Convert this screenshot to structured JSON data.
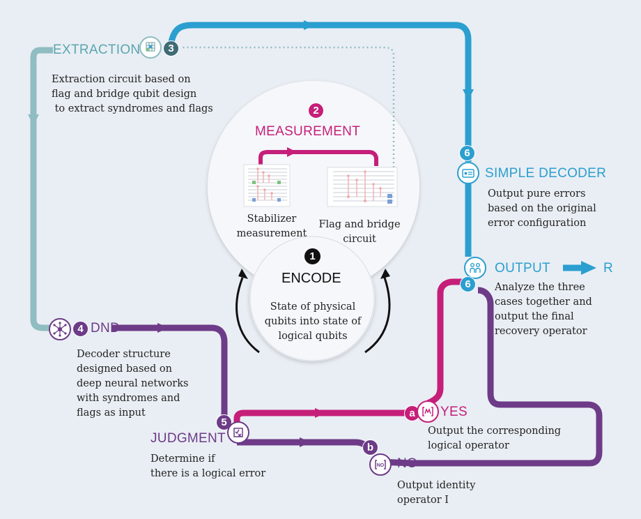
{
  "colors": {
    "teal": "#8fbdc1",
    "blue": "#2b9fcf",
    "magenta": "#c51f79",
    "purple": "#6d3b87",
    "background": "#e9eef4"
  },
  "encode": {
    "number": "1",
    "title": "ENCODE",
    "desc": "State of physical\nqubits into state of\nlogical qubits"
  },
  "measurement": {
    "number": "2",
    "title": "MEASUREMENT",
    "left_label": "Stabilizer\nmeasurement",
    "right_label": "Flag and bridge\ncircuit"
  },
  "extraction": {
    "number": "3",
    "title": "EXTRACTION",
    "icon": "grid-icon",
    "desc": "Extraction circuit based on\nflag and bridge qubit design\n to extract syndromes and flags"
  },
  "dnd": {
    "number": "4",
    "title": "DND",
    "icon": "neural-net-icon",
    "desc": "Decoder structure\ndesigned based on\ndeep neural networks\nwith syndromes and\nflags as input"
  },
  "judgment": {
    "number": "5",
    "title": "JUDGMENT",
    "icon": "checkbox-icon",
    "desc": "Determine if\nthere is a logical error"
  },
  "simple_decoder": {
    "number": "6",
    "title": "SIMPLE DECODER",
    "icon": "id-card-icon",
    "desc": "Output pure errors\nbased on the original\nerror configuration"
  },
  "output": {
    "number": "6",
    "title": "OUTPUT",
    "icon": "people-icon",
    "result": "R",
    "desc": "Analyze the three\ncases together and\noutput the final\nrecovery operator"
  },
  "yes": {
    "letter": "a",
    "title": "YES",
    "icon": "matrix-icon",
    "desc": "Output the corresponding\nlogical operator"
  },
  "no": {
    "letter": "b",
    "title": "NO",
    "icon": "no-matrix-icon",
    "desc": "Output identity\noperator I"
  }
}
